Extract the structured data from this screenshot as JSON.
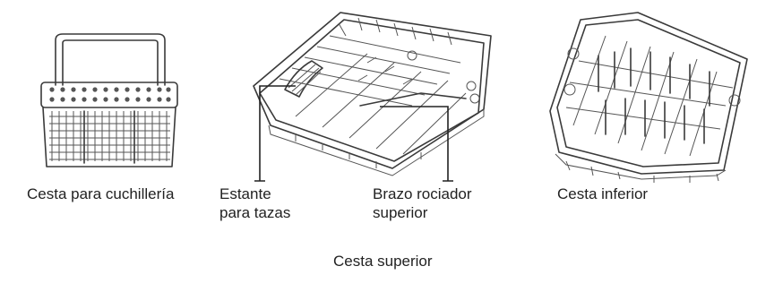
{
  "labels": {
    "cutlery_basket": "Cesta para cuchillería",
    "cup_shelf": "Estante\npara tazas",
    "upper_spray_arm": "Brazo rociador\nsuperior",
    "lower_basket": "Cesta inferior",
    "upper_basket": "Cesta superior"
  },
  "colors": {
    "line": "#3a3a3a",
    "text": "#222222"
  }
}
